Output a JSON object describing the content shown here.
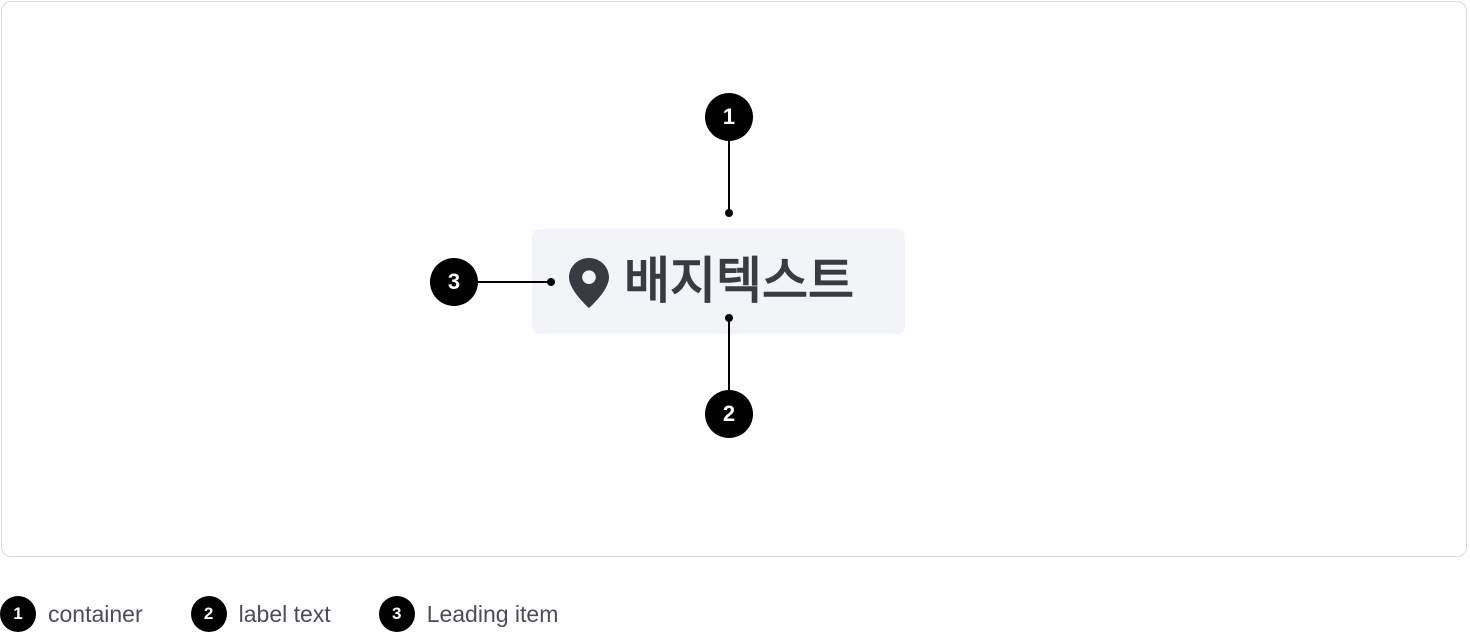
{
  "badge": {
    "label": "배지텍스트",
    "leading_icon": "map-pin-icon",
    "background": "#f3f4f8",
    "text_color": "#3a3b42"
  },
  "markers": [
    {
      "number": "1",
      "target": "container"
    },
    {
      "number": "2",
      "target": "label text"
    },
    {
      "number": "3",
      "target": "Leading item"
    }
  ],
  "legend": [
    {
      "number": "1",
      "label": "container"
    },
    {
      "number": "2",
      "label": "label text"
    },
    {
      "number": "3",
      "label": "Leading item"
    }
  ]
}
